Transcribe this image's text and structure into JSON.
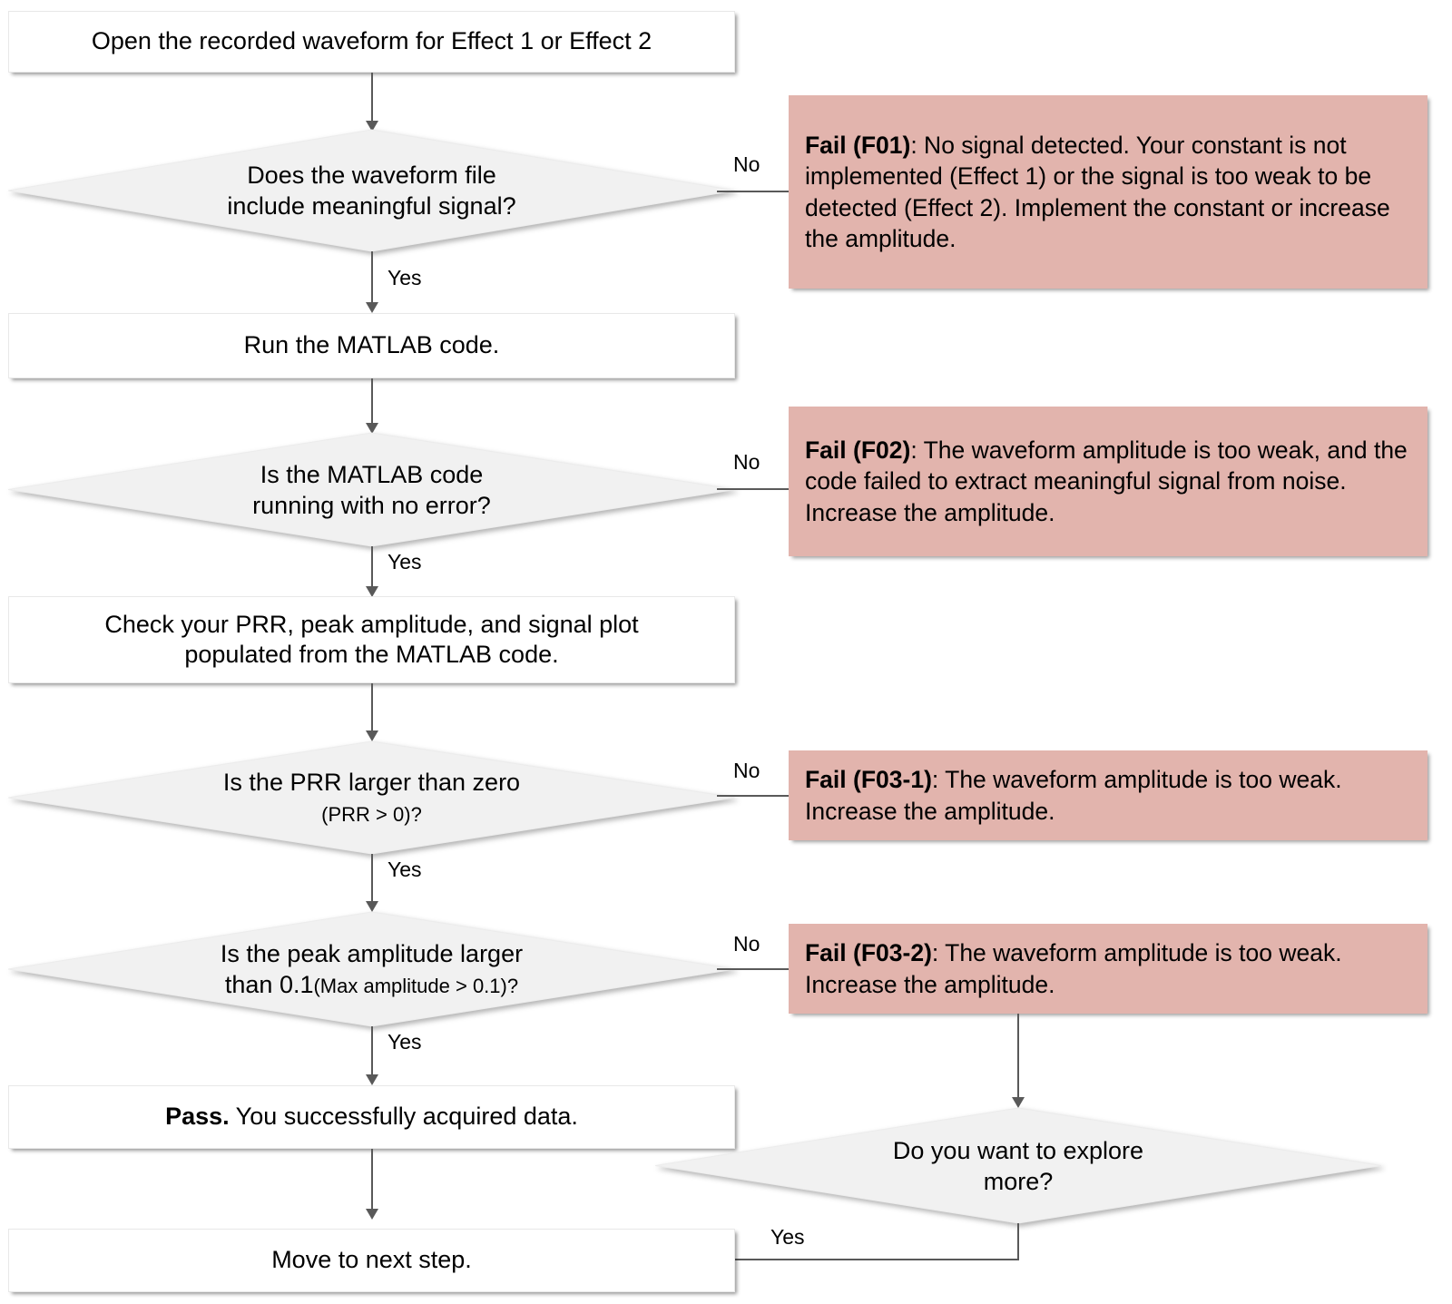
{
  "diagram": {
    "title": "Waveform data-acquisition troubleshooting flowchart",
    "colors": {
      "fail_fill": "#E2B4AD",
      "decision_fill": "#F1F1F1",
      "process_fill": "#FFFFFF",
      "connector": "#595959",
      "text": "#000000"
    }
  },
  "nodes": {
    "start_open_waveform": {
      "type": "process",
      "text": "Open the recorded waveform for Effect 1 or Effect 2"
    },
    "decision_meaningful_signal": {
      "type": "decision",
      "line1": "Does the waveform file",
      "line2": "include meaningful signal?"
    },
    "process_run_matlab": {
      "type": "process",
      "text": "Run the MATLAB code."
    },
    "decision_no_error": {
      "type": "decision",
      "line1": "Is the MATLAB code",
      "line2": "running with no error?"
    },
    "process_check_prr": {
      "type": "process",
      "line1": "Check your PRR, peak amplitude, and signal plot",
      "line2": "populated from the MATLAB code."
    },
    "decision_prr_positive": {
      "type": "decision",
      "line1": "Is the PRR  larger than zero",
      "line2": "(PRR > 0)?"
    },
    "decision_peak_amplitude": {
      "type": "decision",
      "line1": "Is the peak amplitude larger",
      "line2_main": "than 0.1",
      "line2_small": "(Max amplitude > 0.1)?"
    },
    "process_pass": {
      "type": "process",
      "bold": "Pass.",
      "rest": " You successfully acquired data."
    },
    "process_move_next": {
      "type": "process",
      "text": "Move to next step."
    },
    "decision_explore_more": {
      "type": "decision",
      "line1": "Do you want to explore",
      "line2": "more?"
    }
  },
  "fail_boxes": [
    {
      "id": "F01",
      "bold": "Fail (F01)",
      "rest": ": No signal detected. Your constant is not implemented (Effect 1) or the signal is too weak to be detected (Effect 2). Implement the constant or increase the amplitude."
    },
    {
      "id": "F02",
      "bold": "Fail (F02)",
      "rest": ": The waveform amplitude is too weak, and the code failed to extract meaningful signal from noise. Increase the amplitude."
    },
    {
      "id": "F03-1",
      "bold": "Fail (F03-1)",
      "rest": ": The waveform amplitude is too weak. Increase the amplitude."
    },
    {
      "id": "F03-2",
      "bold": "Fail (F03-2)",
      "rest": ": The waveform amplitude is too weak. Increase the amplitude."
    }
  ],
  "edge_labels": {
    "no_1": "No",
    "no_2": "No",
    "no_3": "No",
    "no_4": "No",
    "yes_1": "Yes",
    "yes_2": "Yes",
    "yes_3": "Yes",
    "yes_4": "Yes",
    "yes_explore": "Yes"
  }
}
